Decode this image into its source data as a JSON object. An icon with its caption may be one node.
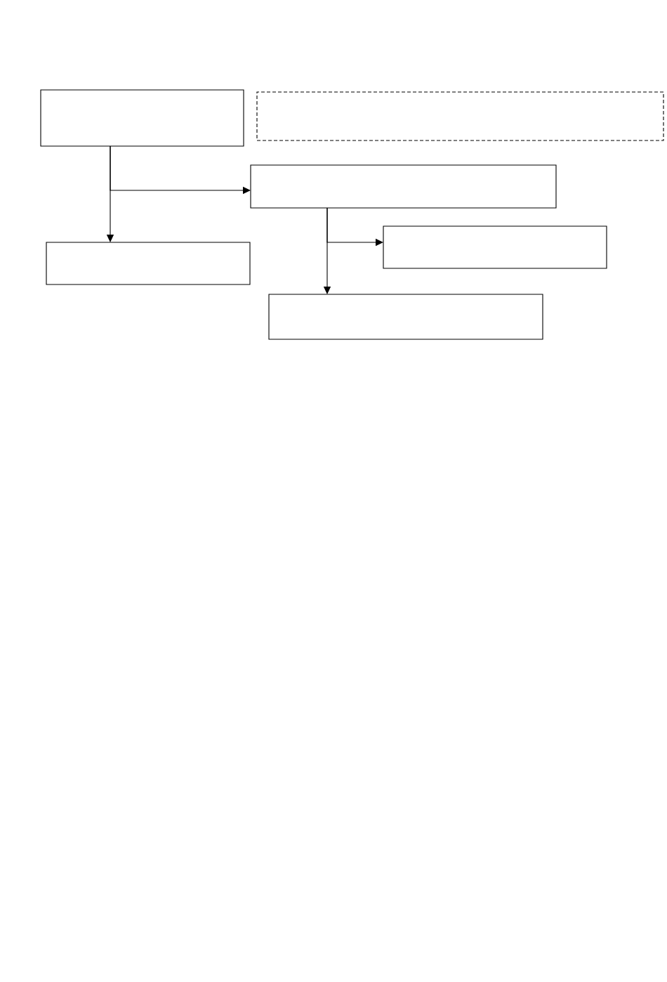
{
  "diagram": {
    "nodes": [
      {
        "text": [],
        "shape": "box"
      },
      {
        "text": [],
        "shape": "box"
      },
      {
        "text": [],
        "shape": "box"
      },
      {
        "text": [],
        "shape": "box"
      },
      {
        "text": [],
        "shape": "box"
      },
      {
        "text": [],
        "shape": "box"
      }
    ],
    "edges": [
      {
        "from": 0,
        "to": 2,
        "arrow": "to"
      },
      {
        "from": 0,
        "to": 4,
        "arrow": "to"
      },
      {
        "from": 2,
        "to": 3,
        "arrow": "to"
      },
      {
        "from": 2,
        "to": 5,
        "arrow": "to"
      }
    ]
  }
}
